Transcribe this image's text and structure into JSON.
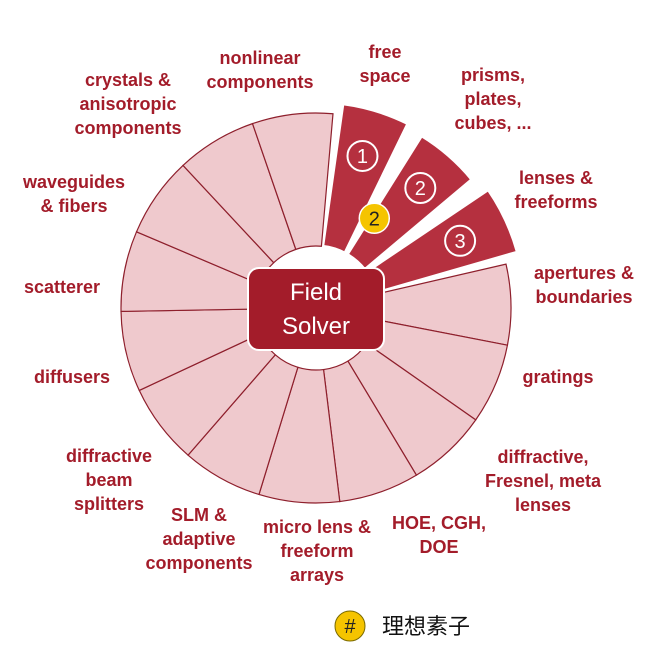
{
  "center": {
    "line1": "Field",
    "line2": "Solver"
  },
  "colors": {
    "active": "#b5303f",
    "inactive": "#efc9cd",
    "stroke": "#8e1f2c",
    "center": "#a31c2a",
    "label": "#a31c2a",
    "ideal": "#f5c400"
  },
  "segments": [
    {
      "id": "free-space",
      "label_lines": [
        "free",
        "space"
      ],
      "active": true,
      "badge": "1"
    },
    {
      "id": "prisms",
      "label_lines": [
        "prisms,",
        "plates,",
        "cubes, ..."
      ],
      "active": true,
      "badge": "2",
      "ideal_badge": "2"
    },
    {
      "id": "lenses",
      "label_lines": [
        "lenses &",
        "freeforms"
      ],
      "active": true,
      "badge": "3"
    },
    {
      "id": "apertures",
      "label_lines": [
        "apertures &",
        "boundaries"
      ],
      "active": false
    },
    {
      "id": "gratings",
      "label_lines": [
        "gratings"
      ],
      "active": false
    },
    {
      "id": "diffractive-lenses",
      "label_lines": [
        "diffractive,",
        "Fresnel, meta",
        "lenses"
      ],
      "active": false
    },
    {
      "id": "hoe",
      "label_lines": [
        "HOE, CGH,",
        "DOE"
      ],
      "active": false
    },
    {
      "id": "micro-lens",
      "label_lines": [
        "micro lens &",
        "freeform",
        "arrays"
      ],
      "active": false
    },
    {
      "id": "slm",
      "label_lines": [
        "SLM &",
        "adaptive",
        "components"
      ],
      "active": false
    },
    {
      "id": "beam-splitters",
      "label_lines": [
        "diffractive",
        "beam",
        "splitters"
      ],
      "active": false
    },
    {
      "id": "diffusers",
      "label_lines": [
        "diffusers"
      ],
      "active": false
    },
    {
      "id": "scatterer",
      "label_lines": [
        "scatterer"
      ],
      "active": false
    },
    {
      "id": "waveguides",
      "label_lines": [
        "waveguides",
        "& fibers"
      ],
      "active": false
    },
    {
      "id": "crystals",
      "label_lines": [
        "crystals &",
        "anisotropic",
        "components"
      ],
      "active": false
    },
    {
      "id": "nonlinear",
      "label_lines": [
        "nonlinear",
        "components"
      ],
      "active": false
    }
  ],
  "legend": {
    "symbol": "#",
    "text": "理想素子"
  }
}
